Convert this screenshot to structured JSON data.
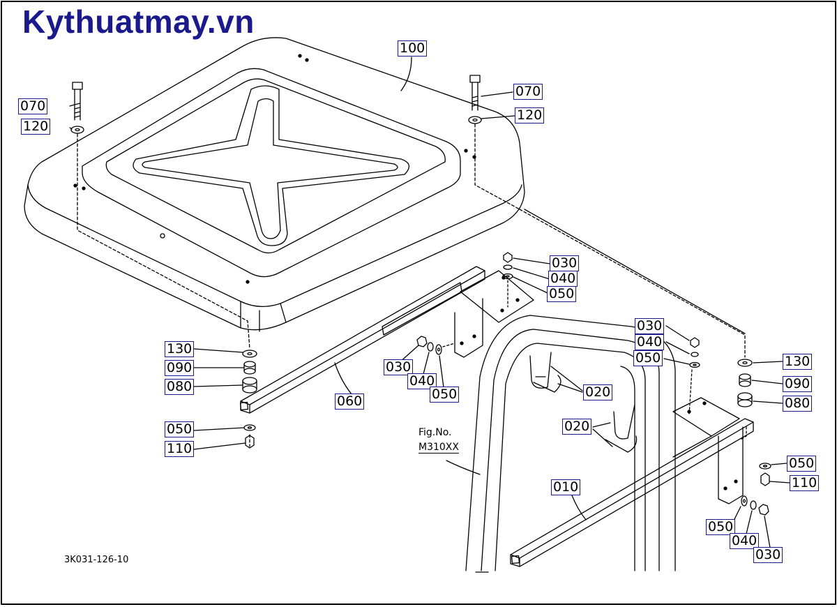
{
  "watermark": "Kythuatmay.vn",
  "fig_note": {
    "line1": "Fig.No.",
    "line2": "M310XX"
  },
  "drawing_number": "3K031-126-10",
  "callouts": {
    "c100": "100",
    "c070_left": "070",
    "c120_left": "120",
    "c070_right": "070",
    "c120_right": "120",
    "c030_top": "030",
    "c040_top": "040",
    "c050_top": "050",
    "c130_left": "130",
    "c090_left": "090",
    "c080_left": "080",
    "c050_left": "050",
    "c110_left": "110",
    "c030_mid": "030",
    "c040_mid": "040",
    "c050_mid": "050",
    "c060": "060",
    "c020_right": "020",
    "c030_right": "030",
    "c040_right": "040",
    "c050_right": "050",
    "c130_right": "130",
    "c090_right": "090",
    "c080_right": "080",
    "c020_left": "020",
    "c050_far": "050",
    "c110_far": "110",
    "c010": "010",
    "c050_bottom": "050",
    "c040_bottom": "040",
    "c030_bottom": "030"
  },
  "colors": {
    "watermark": "#1a1a8c",
    "callout_border": "#1a1a8c",
    "line": "#000000"
  }
}
